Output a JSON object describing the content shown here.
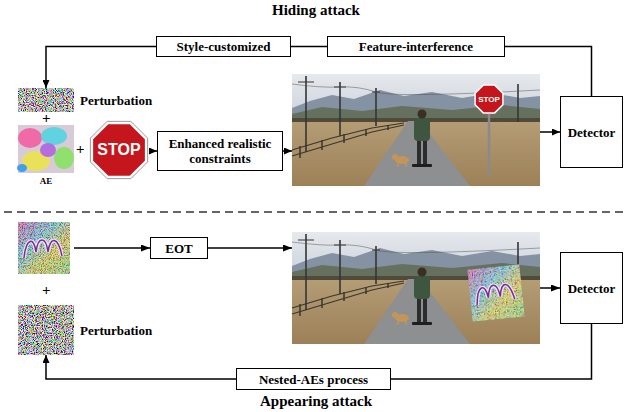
{
  "diagram": {
    "nodes": [
      {
        "text": [
          "Style-customized"
        ]
      },
      {
        "text": [
          "Feature-interference"
        ]
      },
      {
        "text": [
          "Perturbation"
        ]
      },
      {
        "text": [
          "AE"
        ]
      },
      {
        "text": [
          "STOP"
        ]
      },
      {
        "text": [
          "Enhanced realistic constraints"
        ]
      },
      {
        "text": [
          "STOP"
        ]
      },
      {
        "text": [
          "Detector"
        ]
      },
      {
        "text": [
          "EOT"
        ]
      },
      {
        "text": [
          "Detector"
        ]
      },
      {
        "text": [
          "Perturbation"
        ]
      },
      {
        "text": [
          "Nested-AEs process"
        ]
      }
    ],
    "edges": [
      {
        "from": 7,
        "to": 1,
        "arrow": "none"
      },
      {
        "from": 1,
        "to": 0,
        "arrow": "none"
      },
      {
        "from": 0,
        "to": 2,
        "arrow": "to"
      },
      {
        "from": 4,
        "to": 5,
        "arrow": "to"
      },
      {
        "from": 5,
        "to": 6,
        "arrow": "to"
      },
      {
        "from": 6,
        "to": 7,
        "arrow": "to"
      },
      {
        "from": 9,
        "to": 11,
        "arrow": "none"
      },
      {
        "from": 11,
        "to": 10,
        "arrow": "to"
      }
    ],
    "labels": [
      "Hiding attack",
      "+",
      "+",
      "+",
      "Appearing attack"
    ]
  }
}
